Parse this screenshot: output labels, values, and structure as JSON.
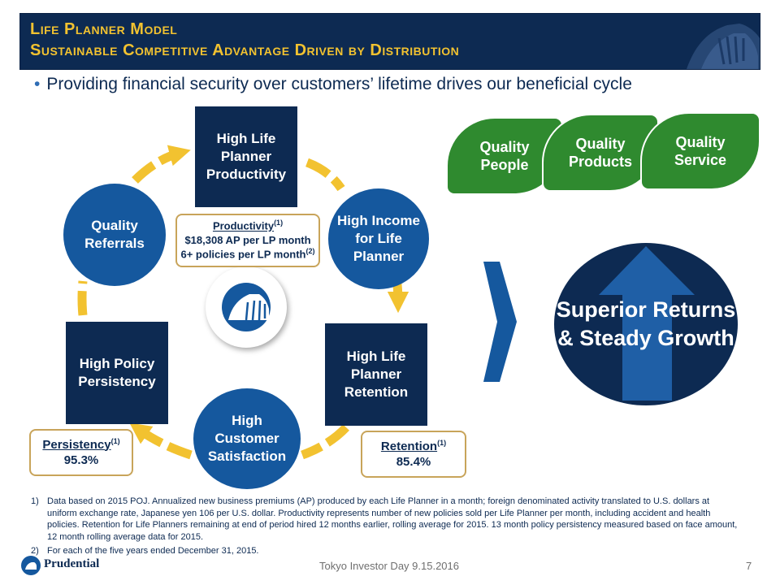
{
  "header": {
    "title_line1": "Life Planner Model",
    "title_line2": "Sustainable Competitive Advantage Driven by Distribution"
  },
  "bullet": "Providing financial security over customers’ lifetime drives our beneficial cycle",
  "cycle": {
    "productivity": "High Life Planner Productivity",
    "income": "High Income for Life Planner",
    "retention": "High Life Planner Retention",
    "satisfaction": "High Customer Satisfaction",
    "persistency": "High Policy Persistency",
    "referrals": "Quality Referrals"
  },
  "notes": {
    "productivity": {
      "title": "Productivity",
      "sup": "(1)",
      "line1": "$18,308 AP per LP month",
      "line2": "6+ policies per LP month",
      "line2_sup": "(2)"
    },
    "persistency": {
      "title": "Persistency",
      "sup": "(1)",
      "value": "95.3%"
    },
    "retention": {
      "title": "Retention",
      "sup": "(1)",
      "value": "85.4%"
    }
  },
  "quality": {
    "people": "Quality People",
    "products": "Quality Products",
    "service": "Quality Service"
  },
  "result": "Superior Returns & Steady Growth",
  "footnotes": [
    {
      "num": "1)",
      "text": "Data based on 2015 POJ.  Annualized new business premiums (AP) produced by each Life Planner in a month; foreign denominated activity translated to U.S. dollars at uniform exchange rate, Japanese yen 106 per U.S. dollar. Productivity represents number of new policies sold per Life Planner per month, including accident and health policies.  Retention for Life Planners remaining at end of period hired 12 months earlier, rolling average for 2015. 13 month policy persistency measured based on face amount, 12 month rolling average data for 2015."
    },
    {
      "num": "2)",
      "text": "For each of the five years ended December 31, 2015."
    }
  ],
  "footer": {
    "brand": "Prudential",
    "event": "Tokyo Investor Day 9.15.2016",
    "page": "7"
  },
  "colors": {
    "navy": "#0d2a52",
    "blue": "#15589e",
    "gold": "#f2c230",
    "green": "#2f8a2f",
    "note_border": "#c8a45a"
  },
  "icons": [
    "rock-of-gibraltar-logo",
    "cycle-arrow",
    "chevron-right-icon",
    "up-arrow"
  ]
}
